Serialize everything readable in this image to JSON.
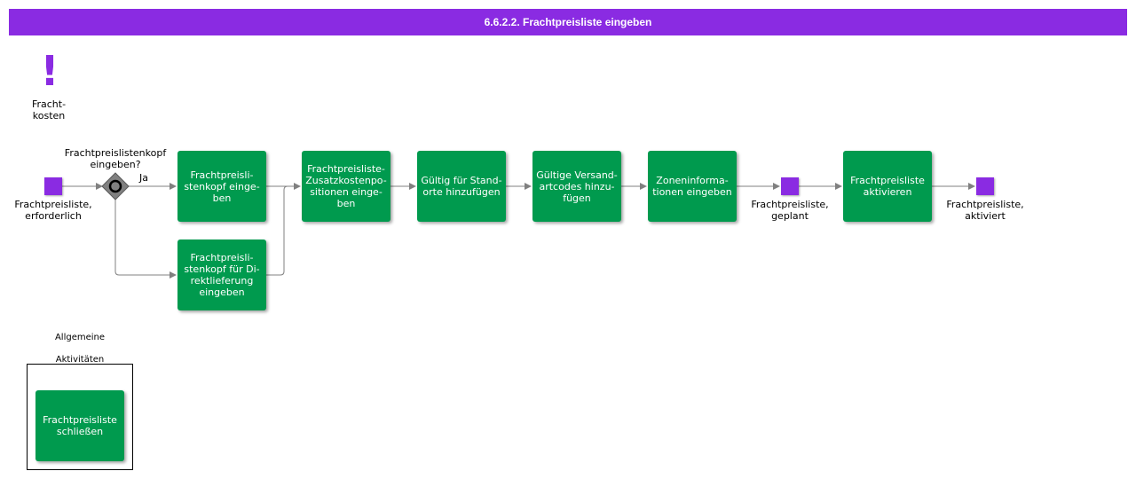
{
  "title": "6.6.2.2. Frachtpreisliste eingeben",
  "colors": {
    "header": "#8a2be2",
    "task": "#009a4e",
    "event": "#8a2be2",
    "gateway": "#808080",
    "connector": "#808080"
  },
  "icons": {
    "note": "exclamation-icon",
    "gateway": "gateway-circle-icon"
  },
  "note_label": "Fracht-\nkosten",
  "gateway": {
    "question": "Frachtpreislistenkopf\neingeben?",
    "yes_label": "Ja"
  },
  "events": {
    "start": "Frachtpreisliste,\nerforderlich",
    "planned": "Frachtpreisliste,\ngeplant",
    "activated": "Frachtpreisliste,\naktiviert"
  },
  "tasks": {
    "header": "Frachtpreisli-\nstenkopf  einge-\nben",
    "direct": "Frachtpreisli-\nstenkopf  für Di-\nrektlieferung\neingeben",
    "surcharge": "Frachtpreisliste-\nZusatzkostenpo-\nsitionen  einge-\nben",
    "locations": "Gültig für Stand-\norte hinzufügen",
    "shipping": "Gültige Versand-\nartcodes hinzu-\nfügen",
    "zones": "Zoneninforma-\ntionen eingeben",
    "activate": "Frachtpreisliste\naktivieren",
    "close": "Frachtpreisliste\nschließen"
  },
  "group": {
    "line1": "Allgemeine",
    "line2": "Aktivitäten"
  }
}
